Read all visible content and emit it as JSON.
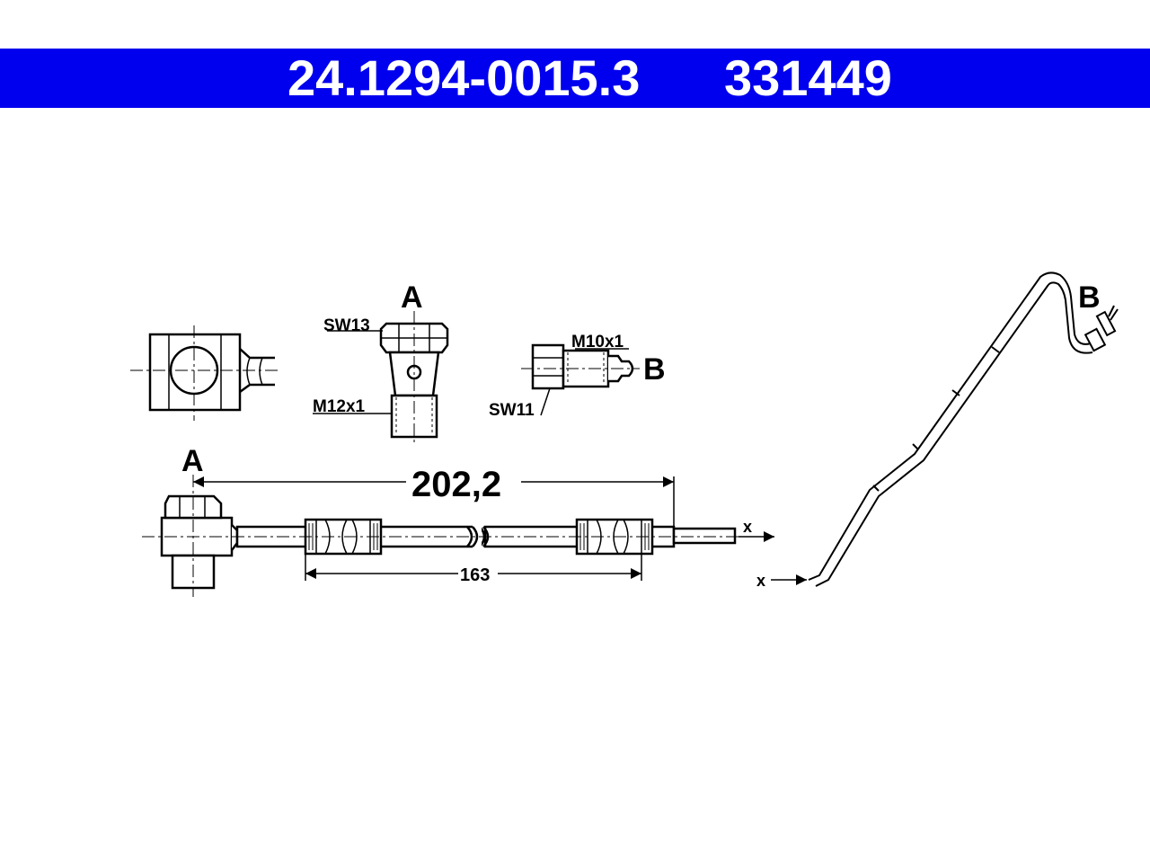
{
  "header": {
    "part_number": "24.1294-0015.3",
    "ref_number": "331449",
    "color": "#0000ee"
  },
  "labels": {
    "detail_a": "A",
    "detail_b": "B",
    "assembly_a": "A",
    "route_b": "B",
    "sw13": "SW13",
    "m12x1": "M12x1",
    "m10x1": "M10x1",
    "sw11": "SW11",
    "x_top": "x",
    "x_bottom": "x"
  },
  "dimensions": {
    "overall_length": "202,2",
    "hose_length": "163"
  }
}
